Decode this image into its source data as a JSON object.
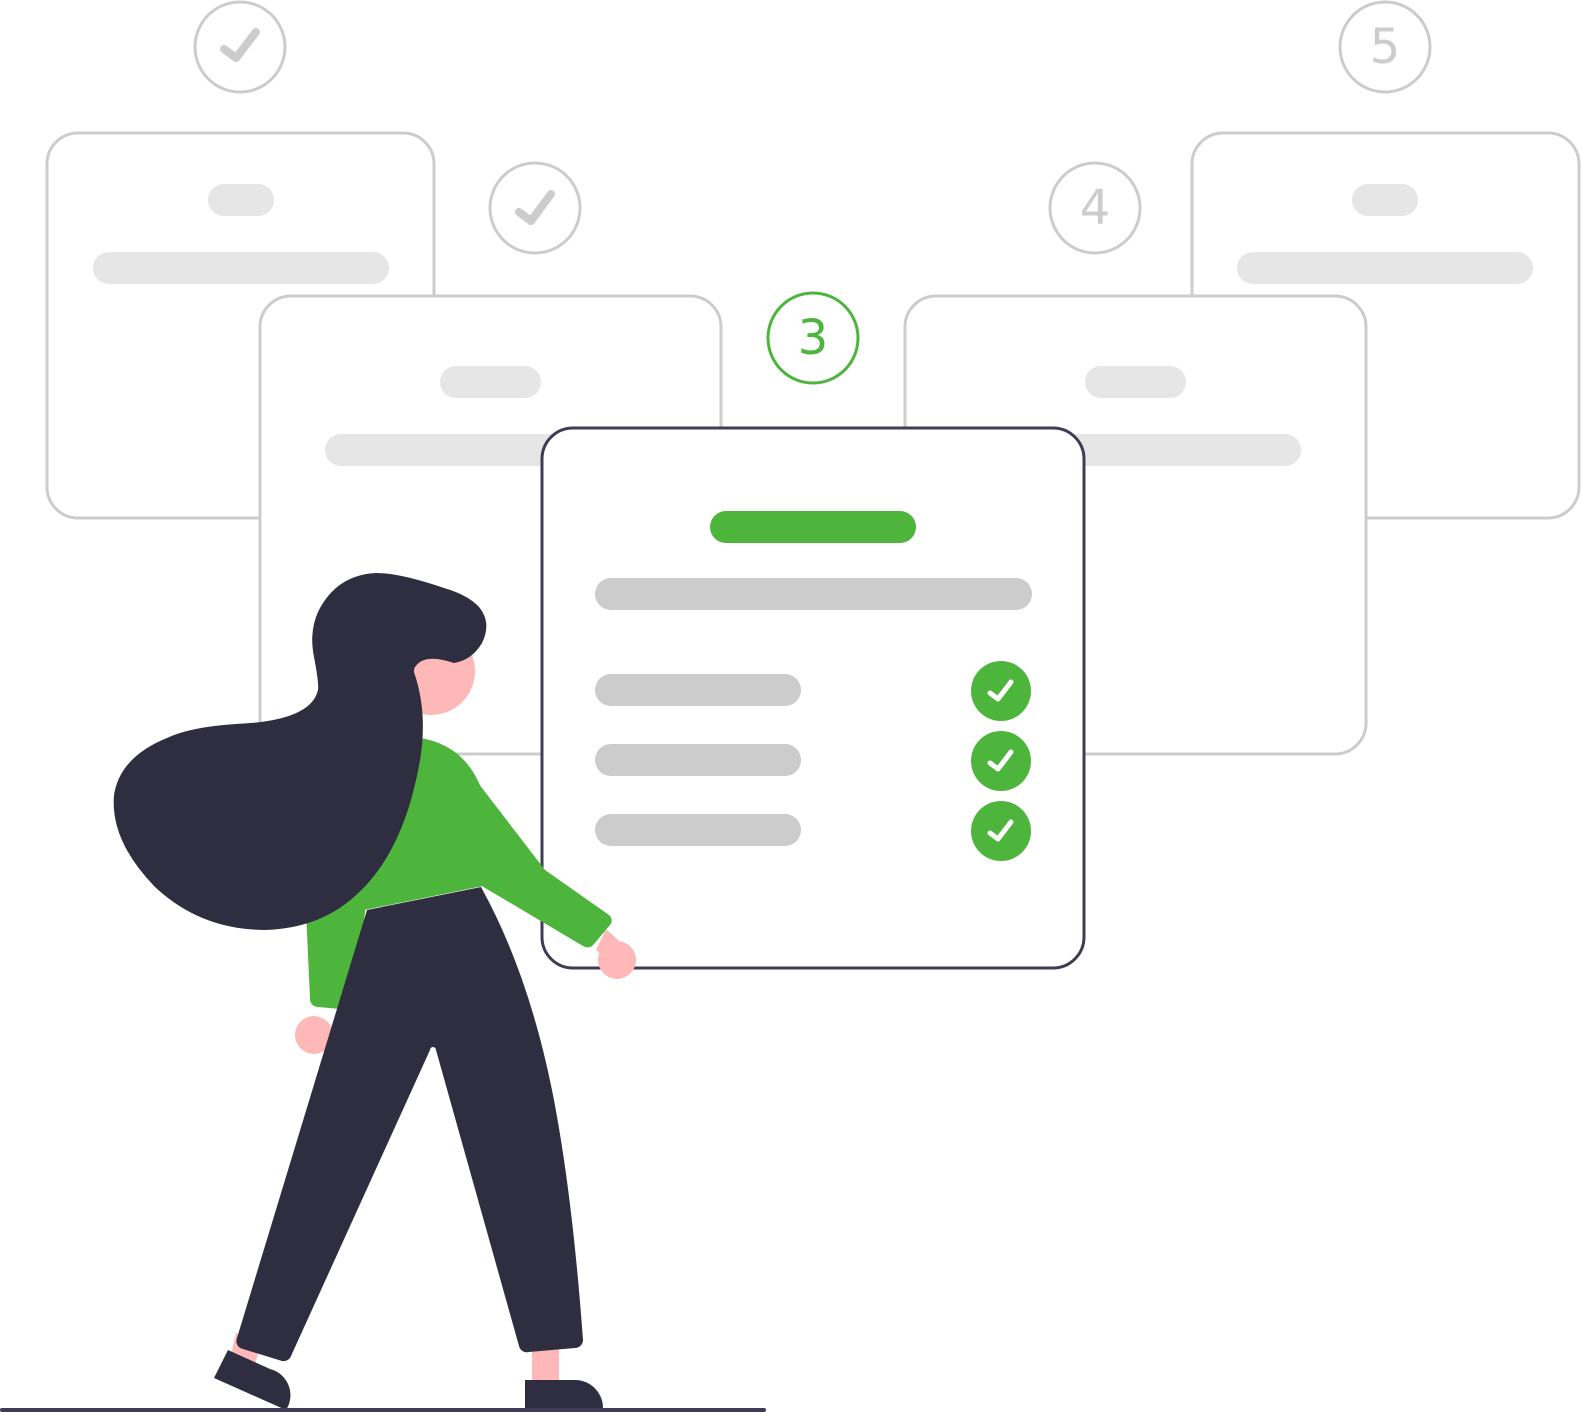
{
  "steps": {
    "step_1": {
      "status": "done"
    },
    "step_2": {
      "status": "done"
    },
    "step_3": {
      "status": "current",
      "number": "3"
    },
    "step_4": {
      "status": "pending",
      "number": "4"
    },
    "step_5": {
      "status": "pending",
      "number": "5"
    }
  },
  "active_card": {
    "checklist_checked": [
      true,
      true,
      true
    ]
  },
  "colors": {
    "accent": "#4db53c",
    "outline_inactive": "#cccccc",
    "placeholder_light": "#e6e6e6",
    "placeholder_mid": "#cccccc",
    "outline_active": "#3f3d56",
    "figure_dark": "#2f2e41",
    "skin": "#ffb8b8"
  },
  "icons": {
    "done": "check-mark-icon"
  }
}
